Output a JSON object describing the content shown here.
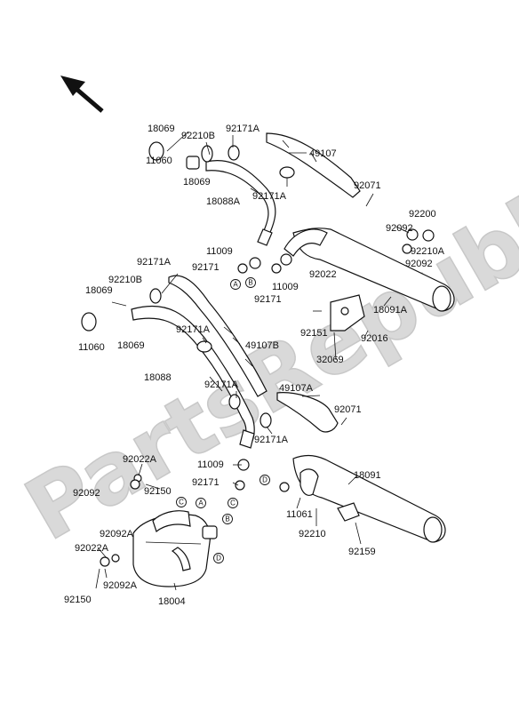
{
  "watermark": "PartsRepublik",
  "labels": [
    "18069",
    "92210B",
    "92171A",
    "49107",
    "11060",
    "18069",
    "18088A",
    "92171A",
    "92071",
    "92200",
    "92092",
    "92210A",
    "92092",
    "11009",
    "92171",
    "92022",
    "11009",
    "92171",
    "18091A",
    "92151",
    "32069",
    "92016",
    "92171A",
    "92210B",
    "18069",
    "11060",
    "18069",
    "92171A",
    "49107B",
    "18088",
    "92171A",
    "49107A",
    "92071",
    "92171A",
    "92022A",
    "92092",
    "92150",
    "11009",
    "92171",
    "11061",
    "18091",
    "92210",
    "92159",
    "92092A",
    "92022A",
    "92092A",
    "92150",
    "18004"
  ],
  "markers": [
    "A",
    "B",
    "A",
    "B",
    "C",
    "D",
    "C",
    "D"
  ]
}
